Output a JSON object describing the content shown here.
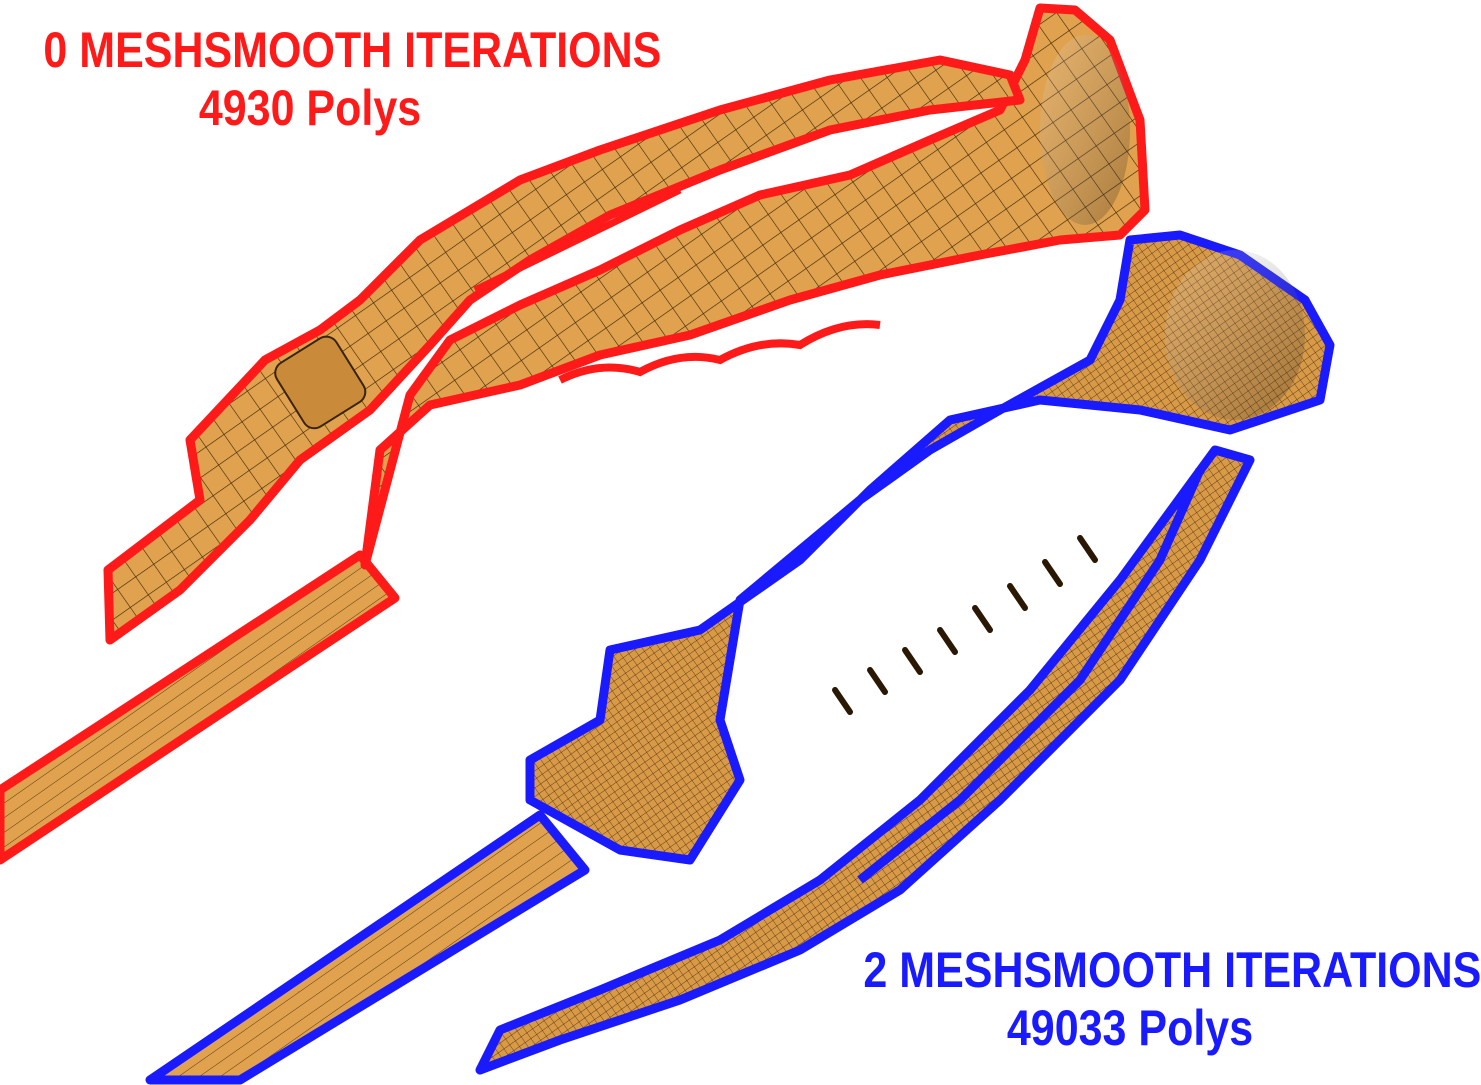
{
  "colors": {
    "low_poly": "#ff1a1a",
    "high_poly": "#1a1aff",
    "material": "#e0a24e",
    "material_dark": "#b87a2c",
    "wire": "#3a2408"
  },
  "models": [
    {
      "id": "low",
      "iterations_label": "0 MESHSMOOTH ITERATIONS",
      "polys_label": "4930 Polys"
    },
    {
      "id": "high",
      "iterations_label": "2 MESHSMOOTH ITERATIONS",
      "polys_label": "49033 Polys"
    }
  ]
}
